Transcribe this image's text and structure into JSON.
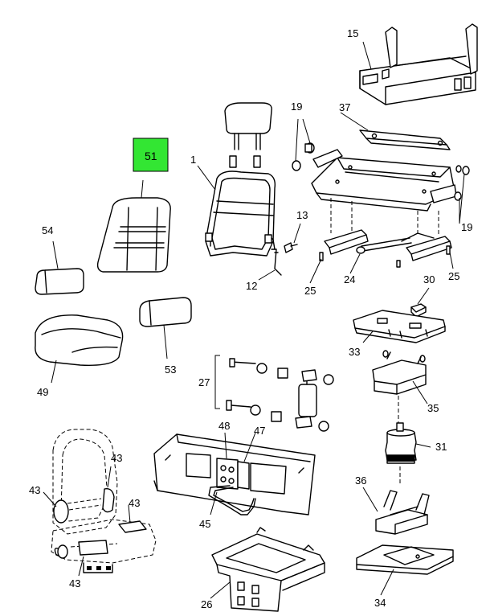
{
  "highlight": {
    "label": "51",
    "color": "#33e633"
  },
  "callouts": [
    {
      "id": "15",
      "label": "15"
    },
    {
      "id": "19a",
      "label": "19"
    },
    {
      "id": "37",
      "label": "37"
    },
    {
      "id": "1",
      "label": "1"
    },
    {
      "id": "54",
      "label": "54"
    },
    {
      "id": "13",
      "label": "13"
    },
    {
      "id": "19b",
      "label": "19"
    },
    {
      "id": "12",
      "label": "12"
    },
    {
      "id": "25a",
      "label": "25"
    },
    {
      "id": "24",
      "label": "24"
    },
    {
      "id": "25b",
      "label": "25"
    },
    {
      "id": "30",
      "label": "30"
    },
    {
      "id": "33",
      "label": "33"
    },
    {
      "id": "27",
      "label": "27"
    },
    {
      "id": "49",
      "label": "49"
    },
    {
      "id": "53",
      "label": "53"
    },
    {
      "id": "35",
      "label": "35"
    },
    {
      "id": "48",
      "label": "48"
    },
    {
      "id": "47",
      "label": "47"
    },
    {
      "id": "31",
      "label": "31"
    },
    {
      "id": "43a",
      "label": "43"
    },
    {
      "id": "43b",
      "label": "43"
    },
    {
      "id": "43c",
      "label": "43"
    },
    {
      "id": "43d",
      "label": "43"
    },
    {
      "id": "36",
      "label": "36"
    },
    {
      "id": "45",
      "label": "45"
    },
    {
      "id": "26",
      "label": "26"
    },
    {
      "id": "34",
      "label": "34"
    }
  ]
}
